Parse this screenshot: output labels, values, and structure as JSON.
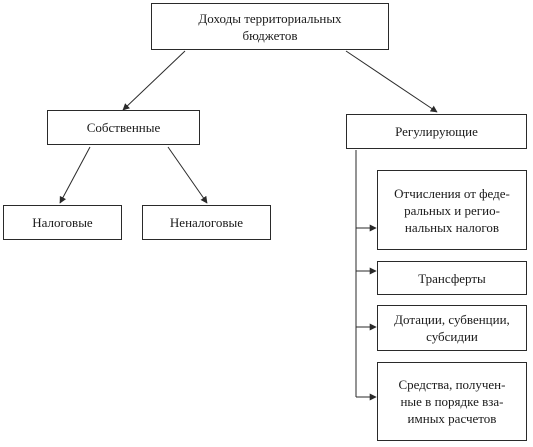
{
  "diagram": {
    "root": "Доходы территориальных\nбюджетов",
    "own": "Собственные",
    "regulating": "Регулирующие",
    "tax": "Налоговые",
    "nontax": "Неналоговые",
    "reg_items": [
      "Отчисления от феде-\nральных и регио-\nнальных налогов",
      "Трансферты",
      "Дотации, субвенции,\nсубсидии",
      "Средства, получен-\nные в порядке вза-\nимных расчетов"
    ]
  }
}
